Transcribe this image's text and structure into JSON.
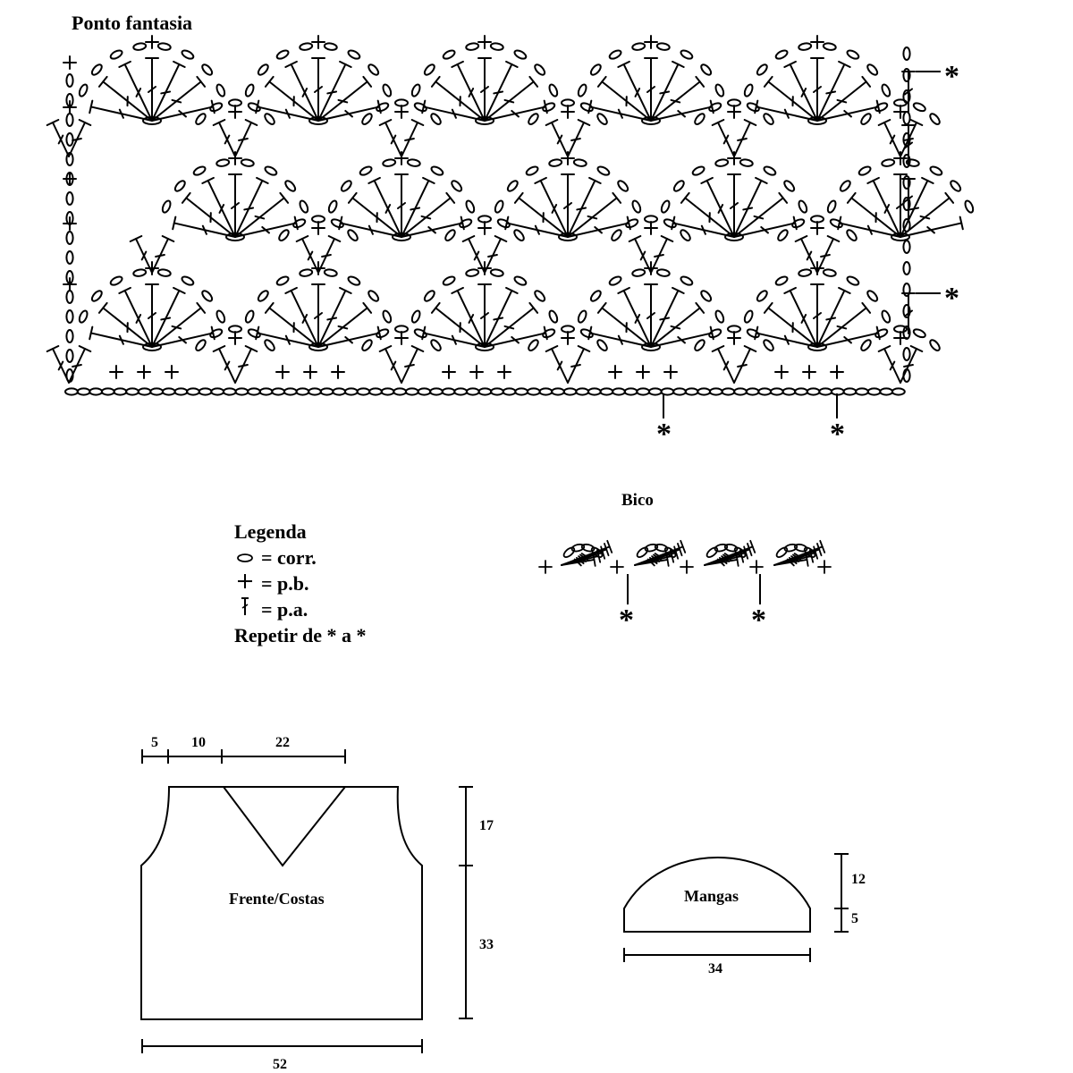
{
  "titles": {
    "pattern": "Ponto fantasia",
    "edging": "Bico"
  },
  "repeat_marker": "*",
  "legend": {
    "heading": "Legenda",
    "items": [
      {
        "symbol": "chain-icon",
        "text": "= corr."
      },
      {
        "symbol": "single-crochet-icon",
        "text": "= p.b."
      },
      {
        "symbol": "double-crochet-icon",
        "text": "= p.a."
      }
    ],
    "repeat_text": "Repetir de * a *"
  },
  "schematics": {
    "body": {
      "label": "Frente/Costas",
      "top_widths": [
        "5",
        "10",
        "22"
      ],
      "heights": [
        "17",
        "33"
      ],
      "bottom_width": "52"
    },
    "sleeve": {
      "label": "Mangas",
      "heights": [
        "12",
        "5"
      ],
      "bottom_width": "34"
    }
  }
}
